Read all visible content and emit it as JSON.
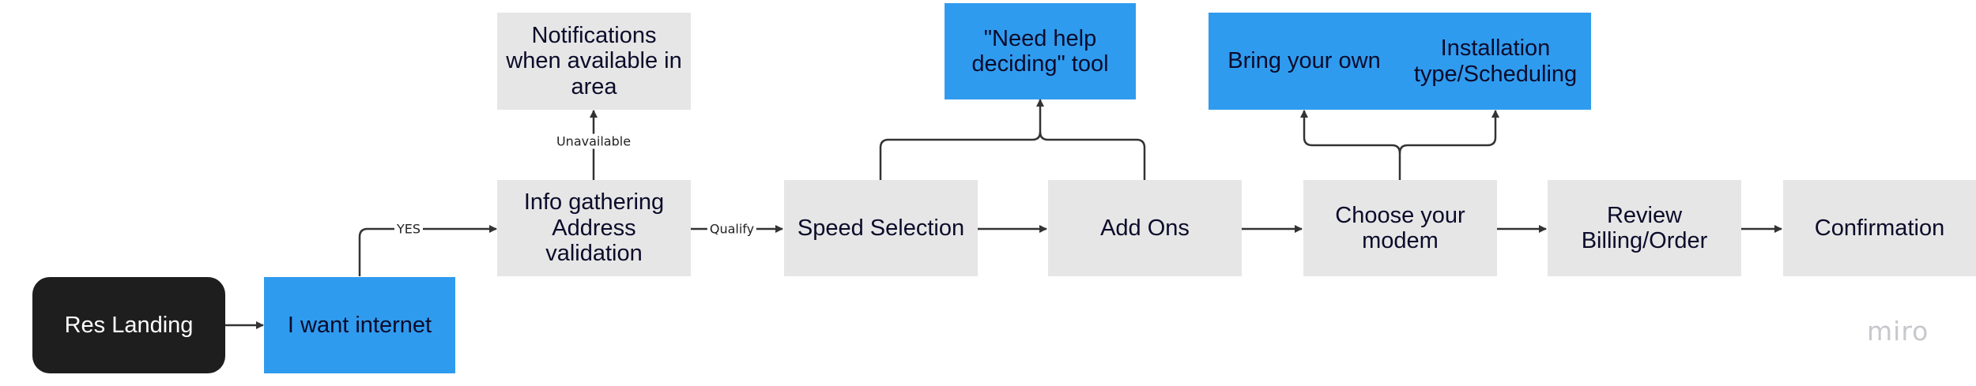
{
  "nodes": {
    "res_landing": "Res Landing",
    "want_internet": "I want internet",
    "info_gathering": "Info gathering\nAddress\nvalidation",
    "notifications": "Notifications\nwhen available in\narea",
    "speed_selection": "Speed Selection",
    "need_help": "\"Need help\ndeciding\" tool",
    "add_ons": "Add Ons",
    "choose_modem": "Choose your\nmodem",
    "bring_your_own": "Bring your own",
    "installation": "Installation\ntype/Scheduling",
    "review": "Review\nBilling/Order",
    "confirmation": "Confirmation"
  },
  "edge_labels": {
    "yes": "YES",
    "unavailable": "Unavailable",
    "qualify": "Qualify"
  },
  "colors": {
    "gray": "#e6e6e6",
    "blue": "#2f9bef",
    "dark": "#1e1e1e",
    "connector": "#333333"
  },
  "watermark": "miro"
}
